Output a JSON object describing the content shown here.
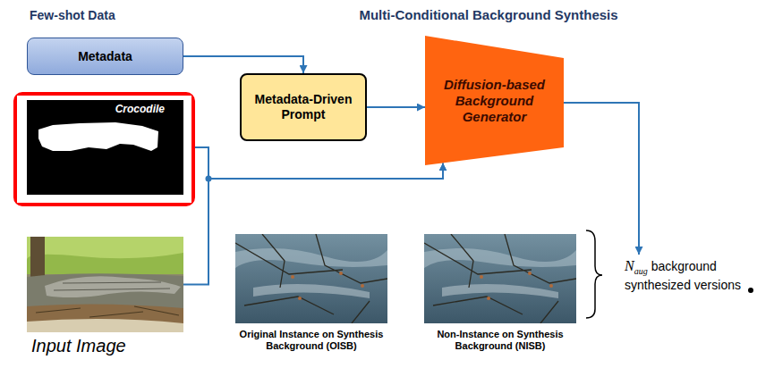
{
  "diagram": {
    "nodes": [
      {
        "text": [
          "Few-shot Data"
        ]
      },
      {
        "text": [
          "Metadata"
        ],
        "in": 0
      },
      {
        "text": [
          "Crocodile"
        ],
        "in": 0
      },
      {
        "text": [
          "Multi-Conditional Background Synthesis"
        ]
      },
      {
        "text": [
          "Metadata-Driven Prompt"
        ],
        "in": 3
      },
      {
        "text": [
          "Diffusion-based Background Generator"
        ],
        "in": 3
      },
      {
        "text": [
          "N",
          "aug",
          "background synthesized versions"
        ]
      },
      {
        "text": [
          "Input Image"
        ],
        "in": 6
      },
      {
        "text": [
          "Original Instance on Synthesis Background (OISB)"
        ],
        "in": 6
      },
      {
        "text": [
          "Non-Instance on Synthesis Background (NISB)"
        ],
        "in": 6
      }
    ],
    "edges": [
      {
        "from": 1,
        "to": 4,
        "arrow": "to"
      },
      {
        "from": 4,
        "to": 5,
        "arrow": "to"
      },
      {
        "from": 2,
        "to": 5,
        "arrow": "to"
      },
      {
        "from": 7,
        "to": 5,
        "arrow": "to"
      },
      {
        "from": 5,
        "to": 6,
        "arrow": "to"
      }
    ]
  }
}
